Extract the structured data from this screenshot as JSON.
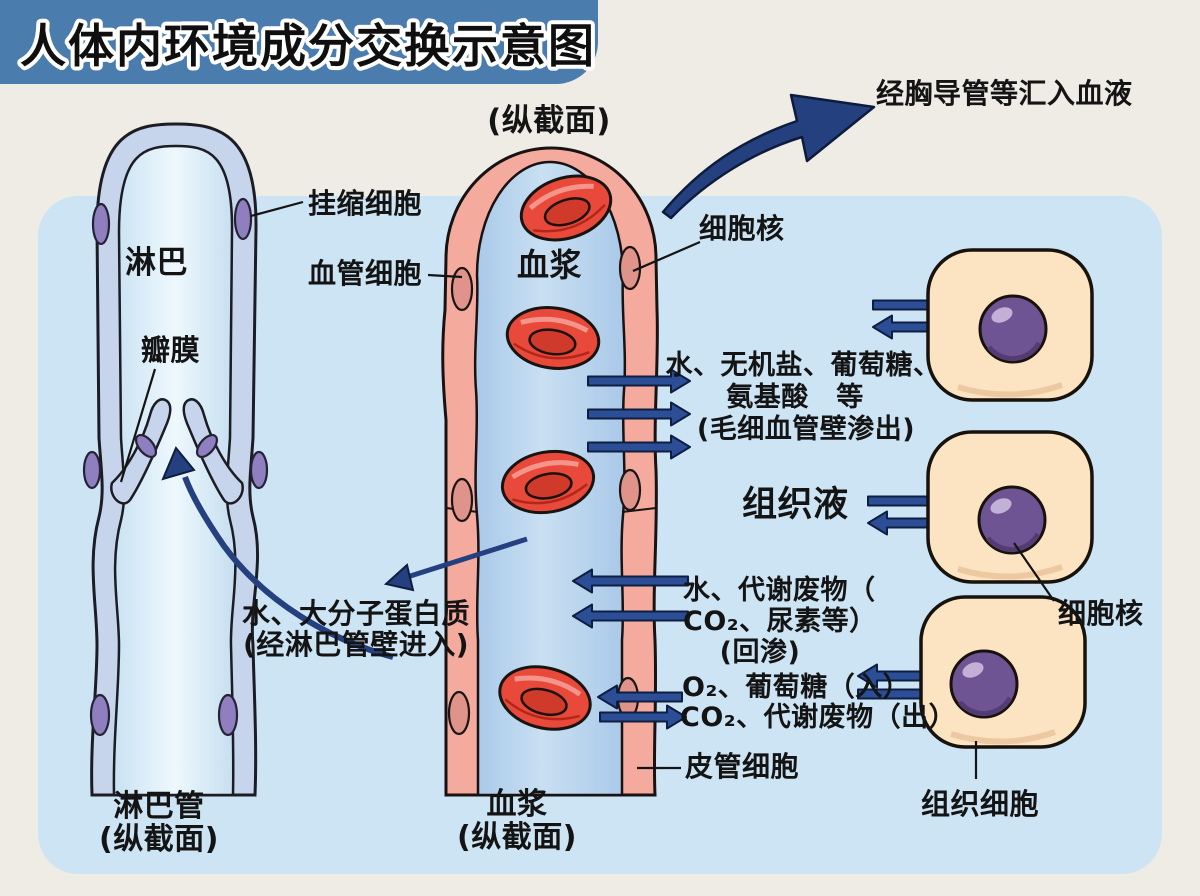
{
  "title": "人体内环境成分交换示意图",
  "palette": {
    "banner_blue": "#4a7dae",
    "panel_blue": "#cde4f4",
    "arrow_navy": "#2c4e97",
    "swoosh_navy": "#24407f",
    "vessel_wall_pink": "#f4ab9e",
    "lymph_wall_blue": "#c7d5ec",
    "tissue_cell_cream": "#fce4c3",
    "nucleus_purple": "#6f5494",
    "rbc_red": "#e8493a"
  },
  "lymph": {
    "inner_label": "淋巴",
    "valve_label": "瓣膜",
    "wall_cell_label": "挂缩细胞",
    "bottom_label": "淋巴管",
    "bottom_sub": "(纵截面)",
    "entry_line1": "水、大分子蛋白质",
    "entry_line2": "(经淋巴管壁进入)"
  },
  "blood": {
    "section_label": "(纵截面)",
    "plasma_label": "血浆",
    "wall_cell_label": "血管细胞",
    "nucleus_label": "细胞核",
    "lower_wall_cell_label": "皮管细胞",
    "bottom_label": "血浆",
    "bottom_sub": "(纵截面)",
    "thoracic_label": "经胸导管等汇入血液"
  },
  "exchange": {
    "outflow": [
      "水、无机盐、葡萄糖、",
      "氨基酸　等",
      "(毛细血管壁渗出)"
    ],
    "tissue_fluid": "组织液",
    "backflow": [
      "水、代谢废物（",
      "CO₂、尿素等）",
      "(回渗)"
    ],
    "o2_in": "O₂、葡萄糖（入）",
    "co2_out": "CO₂、代谢废物（出）"
  },
  "cells": {
    "nucleus_label": "细胞核",
    "tissue_cell_label": "组织细胞"
  }
}
